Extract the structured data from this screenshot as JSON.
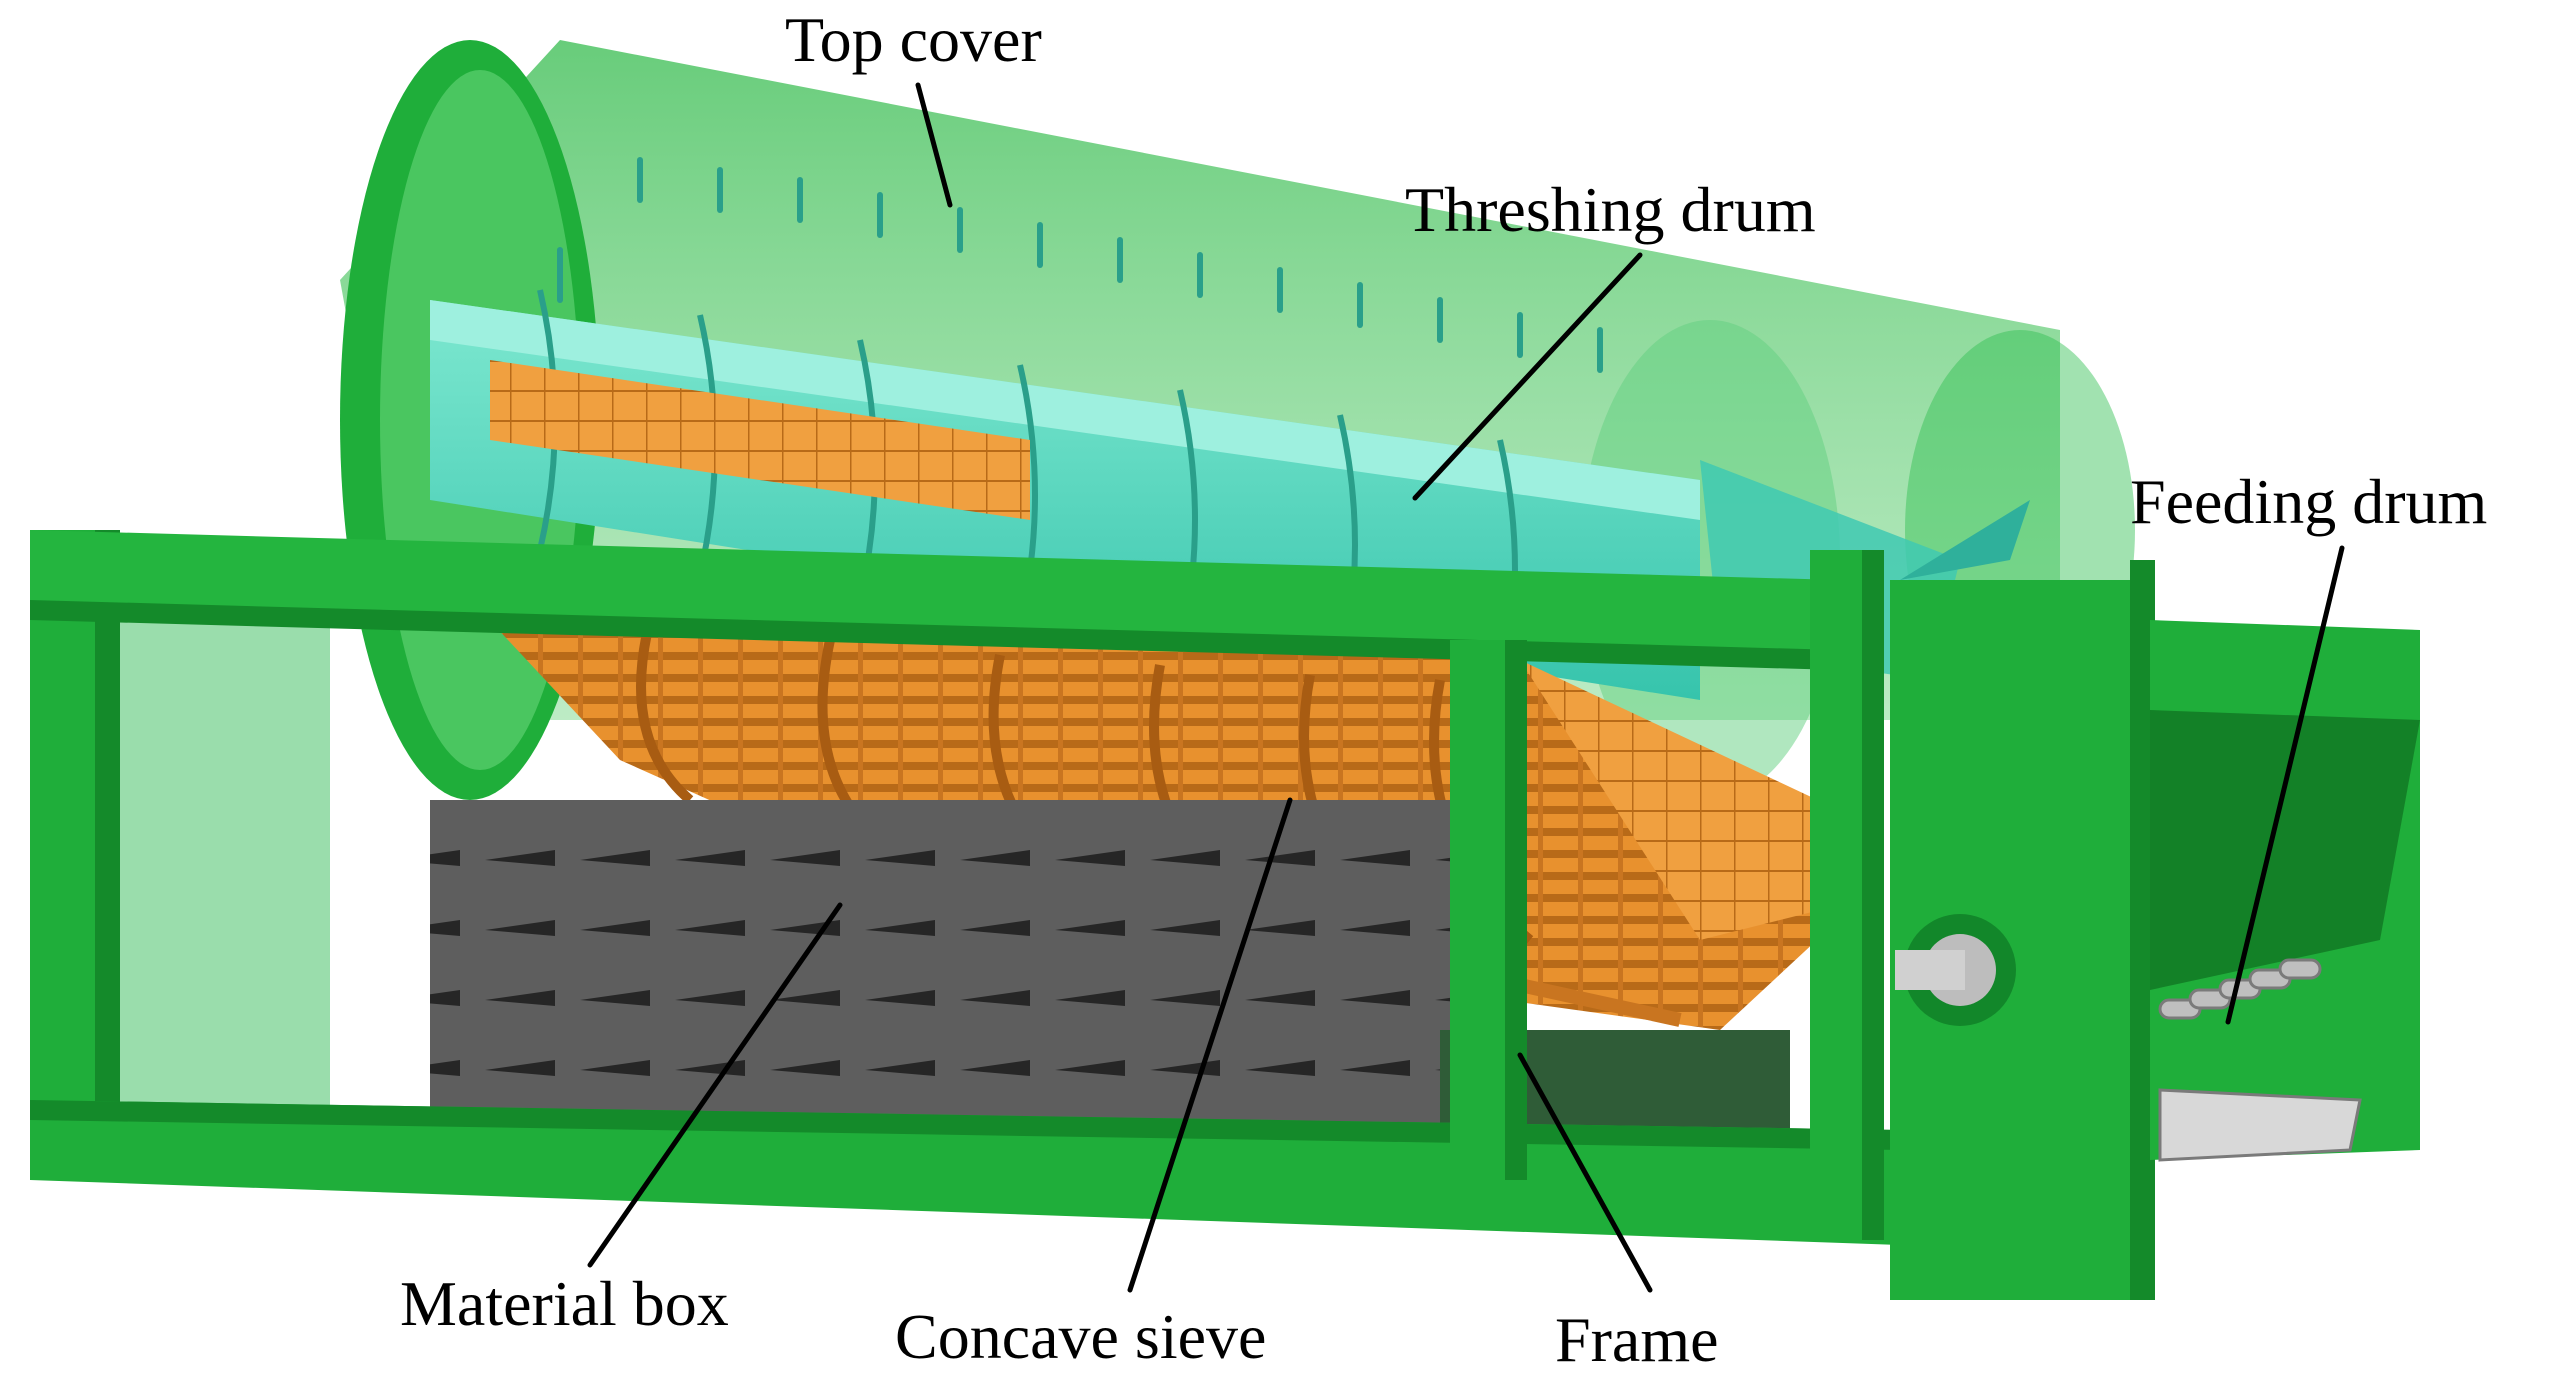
{
  "labels": {
    "top_cover": "Top cover",
    "threshing_drum": "Threshing drum",
    "feeding_drum": "Feeding drum",
    "material_box": "Material box",
    "concave_sieve": "Concave sieve",
    "frame": "Frame"
  },
  "colors": {
    "frame_green": "#1fae3a",
    "frame_dark": "#148a2a",
    "cover_green": "#2fbf4f",
    "drum_cyan": "#4fd8c0",
    "sieve_orange": "#e8912e",
    "box_gray": "#5a5a5a",
    "leader_line": "#000000"
  }
}
